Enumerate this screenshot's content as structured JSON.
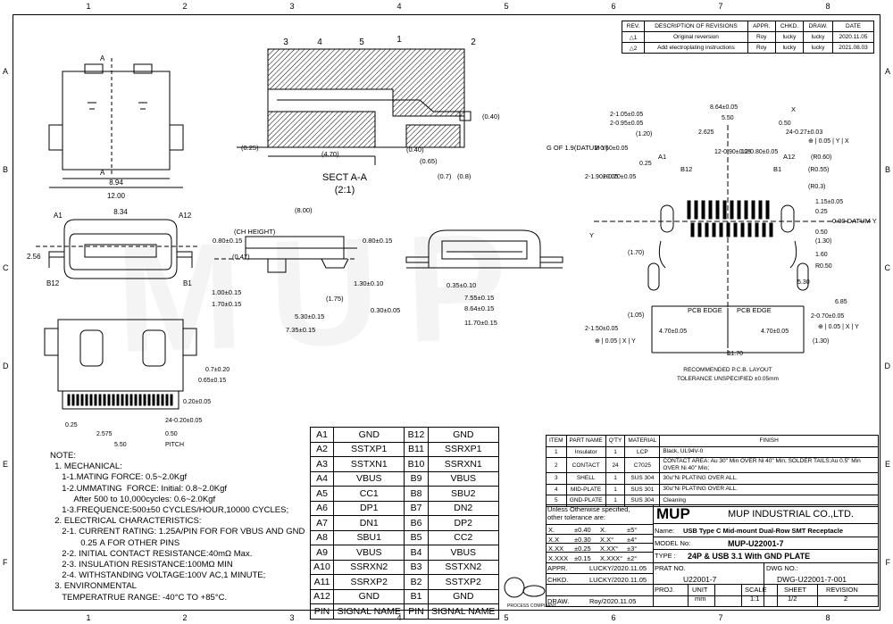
{
  "zones_cols": [
    "1",
    "2",
    "3",
    "4",
    "5",
    "6",
    "7",
    "8"
  ],
  "zones_rows": [
    "A",
    "B",
    "C",
    "D",
    "E",
    "F"
  ],
  "revisions": {
    "headers": [
      "REV.",
      "DESCRIPTION OF REVISIONS",
      "APPR.",
      "CHKD.",
      "DRAW.",
      "DATE"
    ],
    "rows": [
      [
        "1",
        "Original reversion",
        "Roy",
        "lucky",
        "lucky",
        "2020.11.05"
      ],
      [
        "2",
        "Add electroplating instructions",
        "Roy",
        "lucky",
        "lucky",
        "2021.08.03"
      ]
    ]
  },
  "section": {
    "title": "SECT A-A",
    "scale": "(2:1)",
    "callouts": [
      "3",
      "4",
      "5",
      "1",
      "2"
    ],
    "dims": [
      "(0.40)",
      "(0.25)",
      "(4.70)",
      "(0.40)",
      "(0.65)",
      "(0.7)",
      "(0.8)"
    ]
  },
  "top_view": {
    "dims": [
      "8.94",
      "12.00"
    ],
    "labels": [
      "A",
      "A"
    ]
  },
  "front_view": {
    "dims": [
      "8.34",
      "2.56"
    ],
    "labels": [
      "A1",
      "A12",
      "B12",
      "B1"
    ]
  },
  "side_view": {
    "dims": [
      "(8.00)",
      "(CH HEIGHT)",
      "0.80±0.15",
      "(0.47)",
      "0.80±0.15",
      "1.00±0.15",
      "1.70±0.15",
      "(1.75)",
      "1.30±0.10",
      "5.30±0.15",
      "7.35±0.15"
    ]
  },
  "end_view": {
    "dims": [
      "0.35±0.10",
      "7.55±0.15",
      "0.30±0.05",
      "8.64±0.15",
      "11.70±0.15"
    ]
  },
  "bottom_view": {
    "dims": [
      "0.65±0.15",
      "0.7±0.20",
      "0.20±0.05",
      "0.25",
      "24-0.20±0.05",
      "2.575",
      "0.50",
      "5.50",
      "PITCH"
    ]
  },
  "pcb": {
    "dims": [
      "8.64±0.05",
      "5.50",
      "2-1.05±0.05",
      "2-0.95±0.05",
      "(1.20)",
      "2.625",
      "24-0.27±0.03",
      "0.50",
      "2-0.60±0.05",
      "0.25",
      "12-0.90±0.05",
      "12-0.80±0.05",
      "1.15±0.05",
      "0.25",
      "0.50",
      "(1.30)",
      "1.60",
      "R0.50",
      "5.30",
      "6.85",
      "2-0.70±0.05",
      "(1.30)",
      "4.70±0.05",
      "4.70±0.05",
      "11.70",
      "2-1.90±0.05",
      "2-0.70±0.05",
      "(1.70)",
      "(1.05)",
      "2-1.50±0.05",
      "(R0.60)",
      "(R0.55)",
      "(R0.3)"
    ],
    "labels": [
      "G OF 1.9(DATUM Y)",
      "A1",
      "B12",
      "A12",
      "B1",
      "0.00 DATUM Y",
      "PCB EDGE",
      "PCB EDGE",
      "Y",
      "X"
    ],
    "tolerance_boxes": [
      [
        "⊕",
        "0.05",
        "Y",
        "X"
      ],
      [
        "⊕",
        "0.05",
        "X",
        "Y"
      ],
      [
        "⊕",
        "0.05",
        "X",
        "Y"
      ]
    ],
    "caption1": "RECOMMENDED P.C.B. LAYOUT",
    "caption2": "TOLERANCE UNSPECIFIED ±0.05mm"
  },
  "notes": [
    "NOTE:",
    "  1. MECHANICAL:",
    "     1-1.MATING FORCE: 0.5~2.0Kgf",
    "     1-2.UMMATING  FORCE: Initial: 0.8~2.0Kgf",
    "          After 500 to 10,000cycles: 0.6~2.0Kgf",
    "     1-3.FREQUENCE:500±50 CYCLES/HOUR,10000 CYCLES;",
    "  2. ELECTRICAL CHARACTERISTICS:",
    "     2-1. CURRENT RATING: 1.25A/PIN FOR FOR VBUS AND GND",
    "             0.25 A FOR OTHER PINS",
    "     2-2. INITIAL CONTACT RESISTANCE:40mΩ Max.",
    "     2-3. INSULATION RESISTANCE:100MΩ MIN",
    "     2-4. WITHSTANDING VOLTAGE:100V AC,1 MINUTE;",
    "  3. ENVIRONMENTAL",
    "     TEMPERATRUE RANGE: -40°C TO +85°C."
  ],
  "pins": {
    "rows": [
      [
        "A1",
        "GND",
        "B12",
        "GND"
      ],
      [
        "A2",
        "SSTXP1",
        "B11",
        "SSRXP1"
      ],
      [
        "A3",
        "SSTXN1",
        "B10",
        "SSRXN1"
      ],
      [
        "A4",
        "VBUS",
        "B9",
        "VBUS"
      ],
      [
        "A5",
        "CC1",
        "B8",
        "SBU2"
      ],
      [
        "A6",
        "DP1",
        "B7",
        "DN2"
      ],
      [
        "A7",
        "DN1",
        "B6",
        "DP2"
      ],
      [
        "A8",
        "SBU1",
        "B5",
        "CC2"
      ],
      [
        "A9",
        "VBUS",
        "B4",
        "VBUS"
      ],
      [
        "A10",
        "SSRXN2",
        "B3",
        "SSTXN2"
      ],
      [
        "A11",
        "SSRXP2",
        "B2",
        "SSTXP2"
      ],
      [
        "A12",
        "GND",
        "B1",
        "GND"
      ]
    ],
    "footer": [
      "PIN",
      "SIGNAL NAME",
      "PIN",
      "SIGNAL NAME"
    ]
  },
  "parts": {
    "headers": [
      "ITEM",
      "PART NAME",
      "Q'TY",
      "MATERIAL",
      "FINISH"
    ],
    "rows": [
      [
        "1",
        "Insulator",
        "1",
        "LCP",
        "Black, UL94V-0"
      ],
      [
        "2",
        "CONTACT",
        "24",
        "C7025",
        "CONTACT AREA: Au 30\" Min OVER Ni 40\" Min; SOLDER TAILS:Au 0.5\" Min OVER Ni 40\" Min;"
      ],
      [
        "3",
        "SHELL",
        "1",
        "SUS 304",
        "30u\"Ni PLATING OVER ALL."
      ],
      [
        "4",
        "MID-PLATE",
        "1",
        "SUS 301",
        "30u\"Ni PLATING OVER ALL."
      ],
      [
        "5",
        "GND-PLATE",
        "1",
        "SUS 304",
        "Cleaning"
      ]
    ]
  },
  "title_block": {
    "tol_head1": "Unless Otherwise specified,",
    "tol_head2": "other tolerance are:",
    "tolerances": [
      [
        "X.",
        "±0.40",
        "X.",
        "±5°"
      ],
      [
        "X.X",
        "±0.30",
        "X.X°",
        "±4°"
      ],
      [
        "X.XX",
        "±0.25",
        "X.XX°",
        "±3°"
      ],
      [
        "X.XXX",
        "±0.15",
        "X.XXX°",
        "±2°"
      ]
    ],
    "logo": "MUP",
    "company": "MUP INDUSTRIAL CO.,LTD.",
    "name_label": "Name:",
    "name_value": "USB Type C Mid-mount Dual-Row SMT Receptacle",
    "model_label": "MODEL No:",
    "model_value": "MUP-U22001-7",
    "type_label": "TYPE :",
    "type_value": "24P  & USB 3.1  With GND PLATE",
    "appr_label": "APPR.",
    "appr_value": "LUCKY/2020.11.05",
    "chkd_label": "CHKD.",
    "chkd_value": "LUCKY/2020.11.05",
    "draw_label": "DRAW.",
    "draw_value": "Roy/2020.11.05",
    "prat_label": "PRAT NO.",
    "prat_value": "U22001-7",
    "dwg_label": "DWG NO.:",
    "dwg_value": "DWG-U22001-7-001",
    "proj_label": "PROJ.",
    "unit_label": "UNIT",
    "unit_value": "mm",
    "scale_label": "SCALE",
    "scale_value": "1:1",
    "sheet_label": "SHEET",
    "sheet_value": "1/2",
    "revision_label": "REVISION",
    "revision_value": "2",
    "rohs": "PROCESS COMPLIANT"
  },
  "watermark": "MUP"
}
